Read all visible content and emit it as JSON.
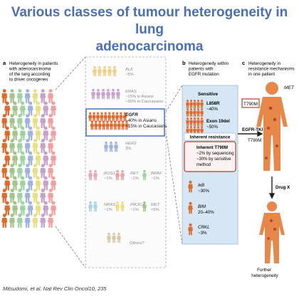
{
  "title_line1": "Various classes of tumour heterogeneity in lung",
  "title_line2": "adenocarcinoma",
  "panel_a": {
    "letter": "a",
    "heading": [
      "Heterogeneity in patients",
      "with adenocarcinoma",
      "of the lung according",
      "to driver oncogenes"
    ],
    "groups": [
      {
        "gene": "ALK",
        "lines": [
          "~5%"
        ],
        "color": "#f2cf86"
      },
      {
        "gene": "KRAS",
        "lines": [
          "~15% in Asians",
          "~30% in Caucasians"
        ],
        "color": "#c8a0cc"
      },
      {
        "gene": "EGFR",
        "lines": [
          "~40% in Asians",
          "~15% in Caucasians"
        ],
        "color": "#e06a2c"
      },
      {
        "gene": "HER2",
        "lines": [
          "3%"
        ],
        "color": "#9fb3e0"
      },
      {
        "gene": "ROS1",
        "lines": [
          "~1%"
        ],
        "color": "#e8a7b8"
      },
      {
        "gene": "RET",
        "lines": [
          "~1%"
        ],
        "color": "#f0a0a0"
      },
      {
        "gene": "BRAF",
        "lines": [
          "~1%"
        ],
        "color": "#9dd49d"
      },
      {
        "gene": "NRAS",
        "lines": [
          "~1%"
        ],
        "color": "#a9d2e8"
      },
      {
        "gene": "PIK3CA",
        "lines": [
          "~1%"
        ],
        "color": "#e8e080"
      },
      {
        "gene": "MET",
        "lines": [
          "<5%"
        ],
        "color": "#a3c48a"
      },
      {
        "gene": "",
        "lines": [
          "Others?"
        ],
        "color": "#d8c8a8"
      }
    ]
  },
  "panel_b": {
    "letter": "b",
    "heading": [
      "Heterogeneity within",
      "patients with",
      "EGFR mutation"
    ],
    "sensitive_label": "Sensitive",
    "l858r": [
      "L858R",
      "~40%"
    ],
    "exon19": [
      "Exon 19del",
      "~50%"
    ],
    "inherent_label": "Inherent resistance",
    "t790m_lines": [
      "Inherent T790M",
      "~2% by sequencing",
      "~30% by sensitive",
      "method"
    ],
    "ikb": [
      "IκB",
      "~30%"
    ],
    "bim": [
      "BIM",
      "20–40%"
    ],
    "crkl": [
      "CRKL",
      "~3%"
    ]
  },
  "panel_c": {
    "letter": "c",
    "heading": [
      "Heterogeneity in",
      "resistance mechanisms",
      "in one patient"
    ],
    "t790m_box": "T790M",
    "met": "MET",
    "egfr_tki": "EGFR-TKI",
    "t790m": "T790M",
    "drug_x": "Drug X",
    "further": [
      "Further",
      "heterogeneity"
    ]
  },
  "citation": "Mitsudomi, et al. Nat Rev Clin Oncol10, 235",
  "colors": {
    "title": "#4a6fb5",
    "egfr": "#e06a2c",
    "accent_red": "#c0392b",
    "panel_b_bg": "#d6e6f4"
  }
}
